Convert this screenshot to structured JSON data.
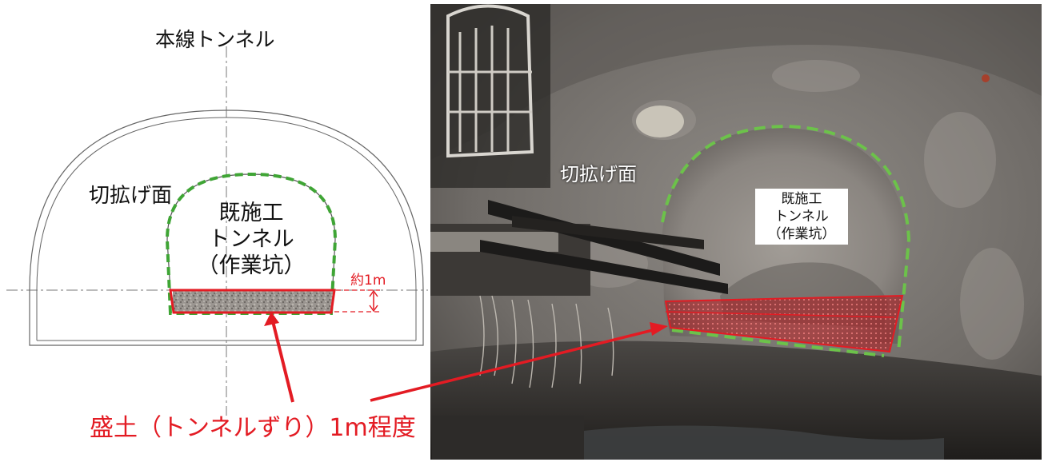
{
  "diagram": {
    "main_tunnel_label": "本線トンネル",
    "cut_face_label": "切拡げ面",
    "existing_tunnel_lines": [
      "既施工",
      "トンネル",
      "（作業坑）"
    ],
    "height_label": "約1m",
    "embankment_caption": "盛土（トンネルずり）1m程度"
  },
  "photo": {
    "cut_face_label": "切拡げ面",
    "existing_tunnel_lines": [
      "既施工",
      "トンネル",
      "（作業坑）"
    ]
  },
  "colors": {
    "outline": "#666666",
    "existing_dash": "#4caf50",
    "embankment": "#e31b23",
    "caption": "#e31b23"
  }
}
